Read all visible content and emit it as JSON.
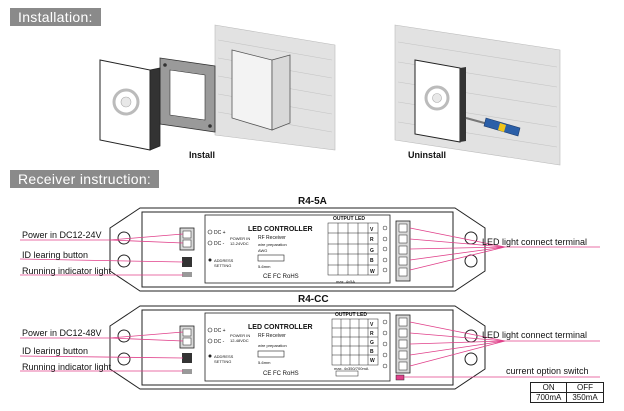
{
  "installation": {
    "header": "Installation:",
    "install_caption": "Install",
    "uninstall_caption": "Uninstall"
  },
  "receiver": {
    "header": "Receiver instruction:"
  },
  "r45a": {
    "title": "R4-5A",
    "label_power": "Power in DC12-24V",
    "label_id": "ID learing button",
    "label_running": "Running indicator light",
    "label_led": "LED light connect terminal",
    "device_title": "LED CONTROLLER",
    "device_subtitle": "RF Receiver",
    "dc_plus": "DC +",
    "dc_minus": "DC -",
    "power_in": "POWER IN",
    "power_range": "12-24VDC",
    "address": "ADDRESS",
    "setting": "SETTING",
    "wire_prep": "wire preparation",
    "wire_gauge": "AWG",
    "wire_len": "5-6mm",
    "cert": "CE FC RoHS",
    "output_led": "OUTPUT LED",
    "max": "max. 4x5A",
    "channels": [
      "V",
      "R",
      "G",
      "B",
      "W"
    ]
  },
  "r4cc": {
    "title": "R4-CC",
    "label_power": "Power in DC12-48V",
    "label_id": "ID learing button",
    "label_running": "Running indicator light",
    "label_led": "LED light connect terminal",
    "label_switch": "current option switch",
    "device_title": "LED CONTROLLER",
    "device_subtitle": "RF Receiver",
    "dc_plus": "DC +",
    "dc_minus": "DC -",
    "power_in": "POWER IN",
    "power_range": "12-48VDC",
    "address": "ADDRESS",
    "setting": "SETTING",
    "wire_prep": "wire preparation",
    "wire_len": "5-6mm",
    "cert": "CE FC RoHS",
    "output_led": "OUTPUT LED",
    "max": "max. 4x350/700mA",
    "channels": [
      "V",
      "R",
      "G",
      "B",
      "W"
    ],
    "switch_table": {
      "on": "ON",
      "off": "OFF",
      "on_value": "700mA",
      "off_value": "350mA"
    }
  },
  "colors": {
    "header_bg": "#8a8a8a",
    "callout_line": "#e0408a",
    "device_stroke": "#222222",
    "wall": "#dedede"
  }
}
